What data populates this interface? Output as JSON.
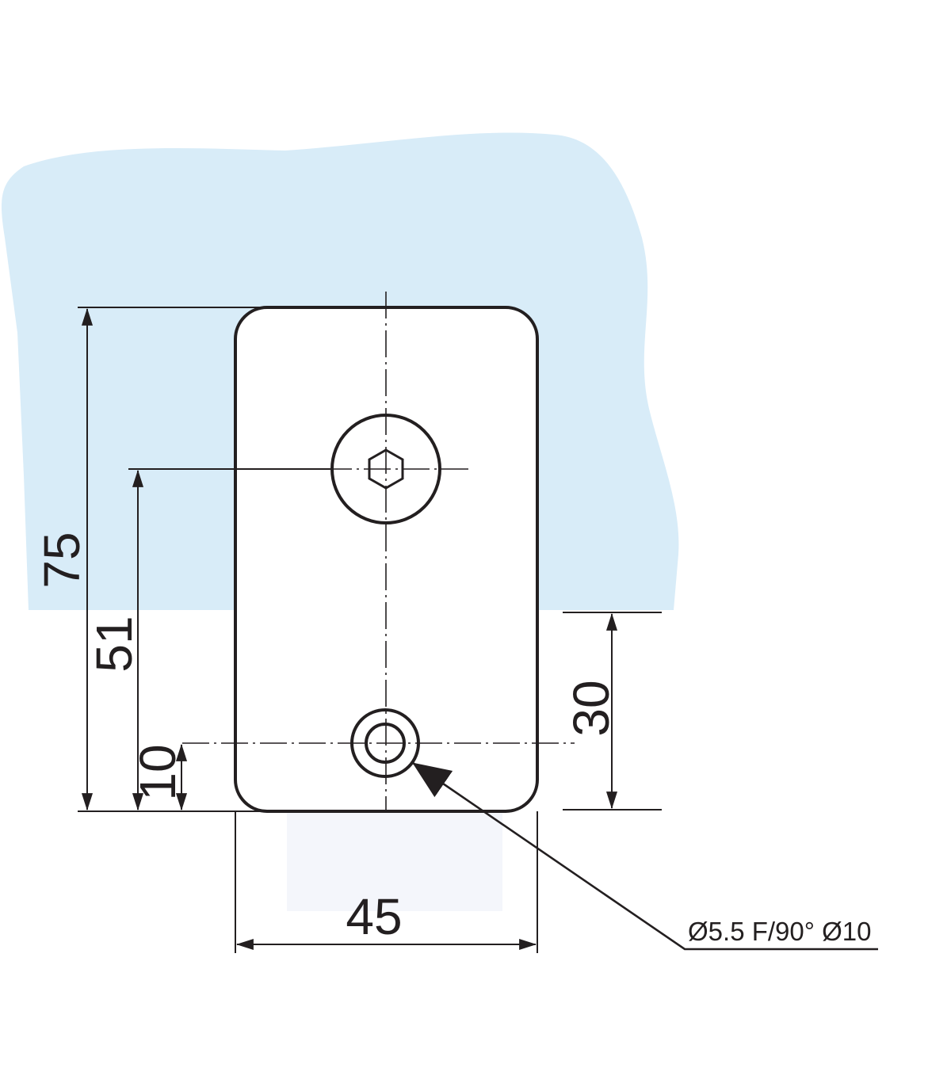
{
  "colors": {
    "glass": "#d8ecf8",
    "line": "#231f20",
    "background": "#ffffff"
  },
  "dimensions": {
    "overall_height": "75",
    "screw_height": "51",
    "hole_height": "10",
    "glass_overlap": "30",
    "width": "45"
  },
  "callout": {
    "hole_spec": "Ø5.5 F/90° Ø10"
  }
}
